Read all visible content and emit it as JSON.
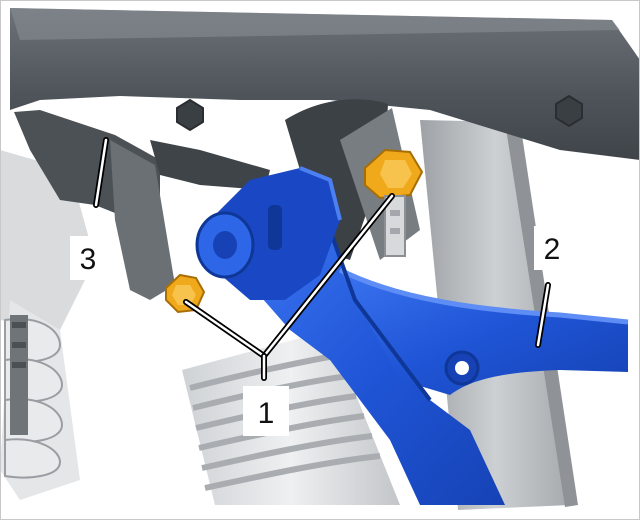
{
  "callouts": {
    "label_1": "1",
    "label_2": "2",
    "label_3": "3"
  },
  "colors": {
    "control_arm": "#1f55d6",
    "bushing": "#1a48c4",
    "nut_orange": "#f0a91b",
    "subframe_dark": "#555a60",
    "subframe_light": "#8a8f94",
    "background": "#ffffff"
  }
}
